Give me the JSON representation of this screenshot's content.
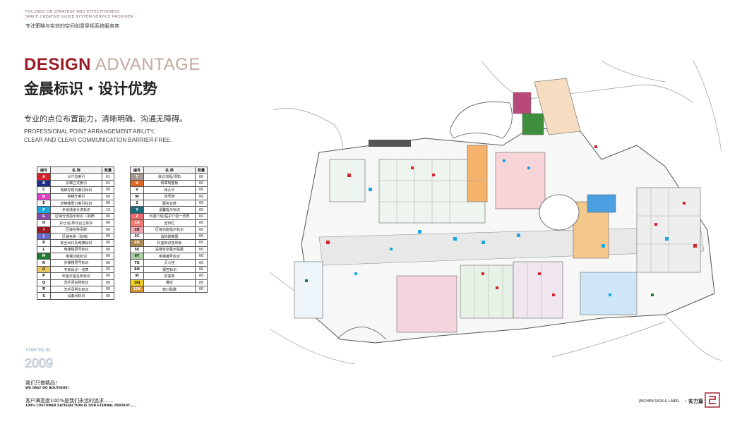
{
  "header": {
    "tagline_en_1": "FOCUSED ON STRATEGY AND EFFECTIVENESS",
    "tagline_en_2": "SPACE CREATIVE GUIDE SYSTEM SERVICE PROVIDER",
    "tagline_cn": "专注策略与实效的空间创意导视系统服务商",
    "title_en_1": "DESIGN",
    "title_en_2": "ADVANTAGE",
    "title_cn": "金晨标识・设计优势",
    "subtitle_cn": "专业的点位布置能力，清晰明确、沟通无障碍。",
    "subtitle_en_1": "PROFESSIONAL POINT ARRANGEMENT ABILITY,",
    "subtitle_en_2": "CLEAR AND CLEAR COMMUNICATION BARRIER-FREE."
  },
  "legend": {
    "headers": {
      "code": "编号",
      "name": "名 称",
      "count": "数量"
    },
    "left": [
      {
        "code": "A",
        "name": "大厅总索引",
        "count": "01",
        "color": "#d8202a"
      },
      {
        "code": "B",
        "name": "扶梯立式索引",
        "count": "02",
        "color": "#1f2f8f"
      },
      {
        "code": "C",
        "name": "电梯厅楼内索引标识",
        "count": "00",
        "color": "#ffffff"
      },
      {
        "code": "D",
        "name": "电梯厅索引",
        "count": "00",
        "color": "#e040c8"
      },
      {
        "code": "E",
        "name": "步梯楼层分索引标识",
        "count": "00",
        "color": "#ffffff"
      },
      {
        "code": "F",
        "name": "步道通道分流标识",
        "count": "15",
        "color": "#1aa6e0"
      },
      {
        "code": "G",
        "name": "区域分流指示标识（吊牌）",
        "count": "00",
        "color": "#8a4aa8"
      },
      {
        "code": "H",
        "name": "护士站/导诊台立体字",
        "count": "00",
        "color": "#ffffff"
      },
      {
        "code": "I",
        "name": "区域名称吊牌",
        "count": "00",
        "color": "#9a1c22"
      },
      {
        "code": "J",
        "name": "区域名称（贴墙）",
        "count": "00",
        "color": "#6a68c8"
      },
      {
        "code": "K",
        "name": "安全出口及电梯标识",
        "count": "00",
        "color": "#ffffff"
      },
      {
        "code": "L",
        "name": "电梯楼层号标识",
        "count": "00",
        "color": "#ffffff"
      },
      {
        "code": "M",
        "name": "电梯功能标识",
        "count": "00",
        "color": "#1e7a34"
      },
      {
        "code": "N",
        "name": "步梯楼层号标识",
        "count": "00",
        "color": "#ffffff"
      },
      {
        "code": "O",
        "name": "专家出诊一览表",
        "count": "00",
        "color": "#e8c860"
      },
      {
        "code": "P",
        "name": "科室诊室名称标识",
        "count": "00",
        "color": "#ffffff"
      },
      {
        "code": "Q",
        "name": "洗手间名称标识",
        "count": "00",
        "color": "#ffffff"
      },
      {
        "code": "R",
        "name": "洗手间男女标识",
        "count": "00",
        "color": "#ffffff"
      },
      {
        "code": "S",
        "name": "设备间标识",
        "count": "00",
        "color": "#ffffff"
      }
    ],
    "right": [
      {
        "code": "T",
        "name": "就诊流程/须知",
        "count": "00",
        "color": "#a89890"
      },
      {
        "code": "U",
        "name": "规章制度板",
        "count": "00",
        "color": "#e06820"
      },
      {
        "code": "V",
        "name": "床头卡",
        "count": "00",
        "color": "#ffffff"
      },
      {
        "code": "W",
        "name": "床号牌",
        "count": "00",
        "color": "#ffffff"
      },
      {
        "code": "S",
        "name": "服务台牌",
        "count": "00",
        "color": "#ffffff"
      },
      {
        "code": "Y",
        "name": "温馨提示标识",
        "count": "00",
        "color": "#1a6a7a"
      },
      {
        "code": "Z",
        "name": "科室介绍/医护介绍一览表",
        "count": "00",
        "color": "#e86a70"
      },
      {
        "code": "1A",
        "name": "宣传栏",
        "count": "00",
        "color": "#f07a70"
      },
      {
        "code": "2B",
        "name": "区域功能指示标识",
        "count": "00",
        "color": "#f0a8b0"
      },
      {
        "code": "3C",
        "name": "消防疏散图",
        "count": "00",
        "color": "#ffffff"
      },
      {
        "code": "4D",
        "name": "科室知识宣传板",
        "count": "00",
        "color": "#b08a50"
      },
      {
        "code": "5E",
        "name": "扶梯安全警示贴膜",
        "count": "00",
        "color": "#ffffff"
      },
      {
        "code": "6F",
        "name": "电梯编号标识",
        "count": "00",
        "color": "#a8d0a0"
      },
      {
        "code": "7G",
        "name": "灭火栓",
        "count": "00",
        "color": "#ffffff"
      },
      {
        "code": "8H",
        "name": "报控标识",
        "count": "00",
        "color": "#ffffff"
      },
      {
        "code": "9I",
        "name": "防撞条",
        "count": "00",
        "color": "#ffffff"
      },
      {
        "code": "10J",
        "name": "推拉",
        "count": "00",
        "color": "#f0d020"
      },
      {
        "code": "11K",
        "name": "窗口贴膜",
        "count": "00",
        "color": "#d8902a"
      }
    ]
  },
  "footer": {
    "started_label": "STARTED IN",
    "year": "2009",
    "motto1_cn": "我们只做精品!",
    "motto1_en": "WE ONLY DO BOUTIQUE!",
    "motto2_cn": "客户满意度100%是我们永远的追求……",
    "motto2_en": "100% CUSTOMER SATISFACTION IS OUR ETERNAL PURSUIT......",
    "brand_en": "JINCHEN SIGN & LABEL",
    "brand_cn": "· 实力篇"
  },
  "colors": {
    "accent_red": "#9c1c24",
    "accent_beige": "#c4a99e"
  }
}
